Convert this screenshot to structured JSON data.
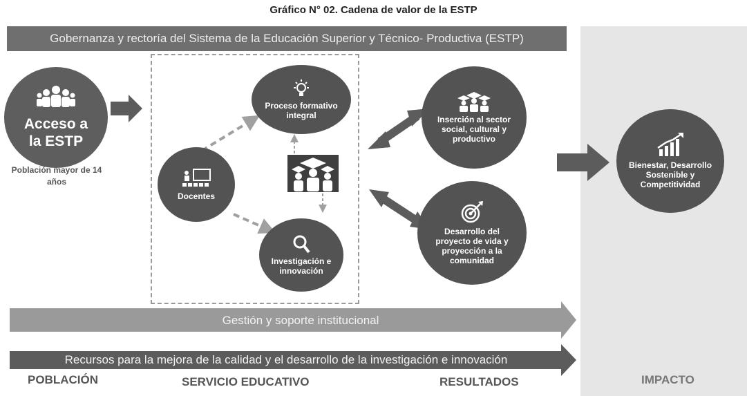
{
  "title": "Gráfico N° 02. Cadena de valor de la ESTP",
  "governance_band": "Gobernanza y rectoría del Sistema de la Educación Superior y Técnico- Productiva (ESTP)",
  "access": {
    "label": "Acceso a la ESTP",
    "population": "Población mayor de 14 años"
  },
  "service": {
    "docentes": "Docentes",
    "proceso": "Proceso formativo integral",
    "investigacion": "Investigación e innovación"
  },
  "results": {
    "insercion": "Inserción al sector social, cultural y productivo",
    "proyecto": "Desarrollo del proyecto de vida y proyección a la comunidad"
  },
  "impact": {
    "circle": "Bienestar, Desarrollo Sostenible y Competitividad"
  },
  "bands": {
    "gestion": "Gestión y soporte institucional",
    "recursos": "Recursos para la mejora de la calidad y el desarrollo de la investigación e innovación"
  },
  "columns": {
    "poblacion": "POBLACIÓN",
    "servicio": "SERVICIO EDUCATIVO",
    "resultados": "RESULTADOS",
    "impacto": "IMPACTO"
  },
  "colors": {
    "dark_circle": "#535353",
    "band_dark": "#5c5c5c",
    "band_light": "#9a9a9a",
    "impact_panel": "#e6e6e6"
  }
}
